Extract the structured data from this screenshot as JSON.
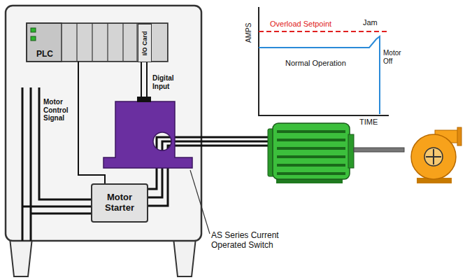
{
  "diagram": {
    "nodes": [
      {
        "text": [
          "PLC"
        ]
      },
      {
        "text": [
          "I/O Card"
        ],
        "in": 0
      },
      {
        "text": [
          "Motor Starter"
        ]
      }
    ],
    "edges": [
      {
        "from": 0,
        "to": 2,
        "arrow": "none"
      }
    ],
    "labels": [
      "Digital Input",
      "Motor Control Signal",
      "AS Series Current Operated Switch",
      "AMPS",
      "TIME",
      "Overload Setpoint",
      "Jam",
      "Normal Operation",
      "Motor Off"
    ]
  }
}
